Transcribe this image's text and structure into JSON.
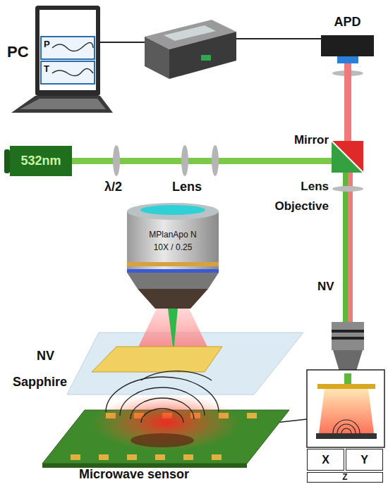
{
  "diagram": {
    "nodes": [
      {
        "text": [
          "APD"
        ]
      },
      {
        "text": [
          "532nm"
        ]
      },
      {
        "text": [
          "X"
        ]
      },
      {
        "text": [
          "Y"
        ]
      },
      {
        "text": [
          "Z"
        ]
      }
    ],
    "labels": [
      "PC",
      "P",
      "T",
      "λ/2",
      "Lens",
      "Mirror",
      "Lens",
      "Objective",
      "NV",
      "MPlanApo N",
      "10X / 0.25",
      "NV",
      "Sapphire",
      "Microwave sensor"
    ]
  }
}
